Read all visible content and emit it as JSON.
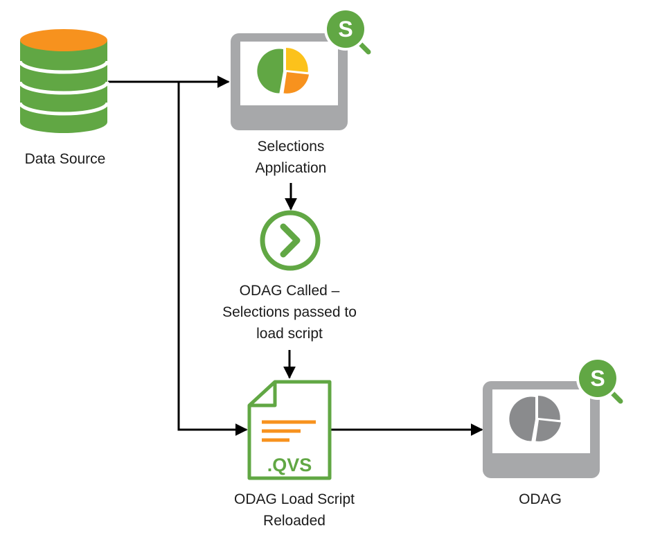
{
  "nodes": {
    "data_source": {
      "label": "Data Source"
    },
    "selections_app": {
      "label_lines": [
        "Selections",
        "Application"
      ]
    },
    "odag_called": {
      "label_lines": [
        "ODAG Called –",
        "Selections passed to",
        "load script"
      ]
    },
    "load_script": {
      "label_lines": [
        "ODAG Load Script",
        "Reloaded"
      ],
      "file_text": ".QVS"
    },
    "odag_app": {
      "label": "ODAG"
    }
  },
  "badge_letter": "S",
  "colors": {
    "green": "#61a744",
    "orange": "#f7921e",
    "yellow": "#fcc21b",
    "gray_frame": "#a7a8aa",
    "gray_pie": "#8a8b8d",
    "arrow": "#000000"
  }
}
